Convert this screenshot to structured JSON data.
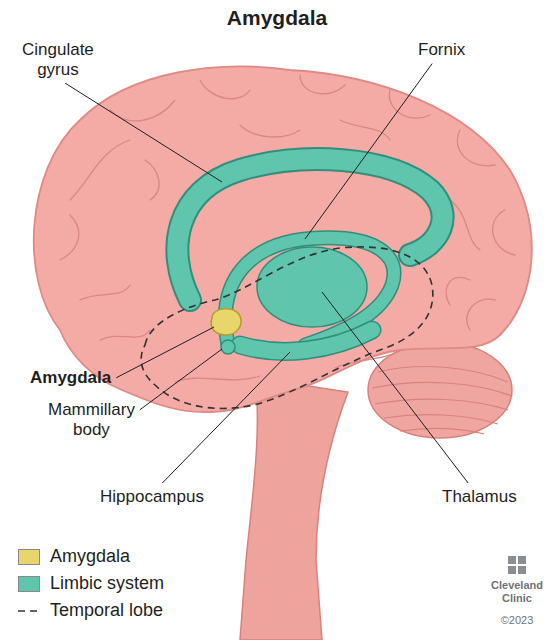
{
  "diagram": {
    "title": "Amygdala",
    "labels": [
      "Cingulate gyrus",
      "Fornix",
      "Amygdala",
      "Mammillary body",
      "Hippocampus",
      "Thalamus",
      "Cleveland Clinic",
      "©2023"
    ],
    "legend": [
      {
        "text": "Amygdala",
        "color": "#e8d66c"
      },
      {
        "text": "Limbic system",
        "color": "#5fc5ad"
      },
      {
        "text": "Temporal lobe"
      }
    ]
  }
}
